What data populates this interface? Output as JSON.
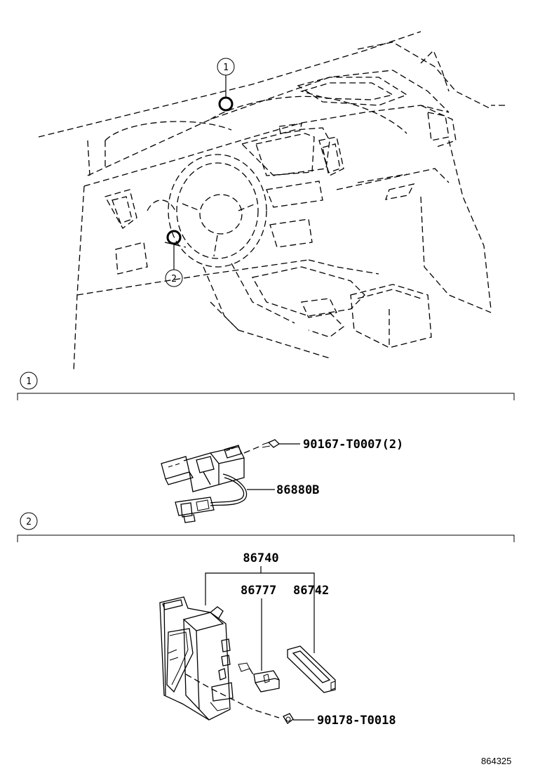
{
  "callouts": {
    "top_one": "1",
    "top_two": "2",
    "section_one": "1",
    "section_two": "2"
  },
  "parts": {
    "bolt_1": "90167-T0007(2)",
    "sensor": "86880B",
    "assembly": "86740",
    "relay": "86777",
    "bracket": "86742",
    "bolt_2": "90178-T0018"
  },
  "figure_id": "864325"
}
